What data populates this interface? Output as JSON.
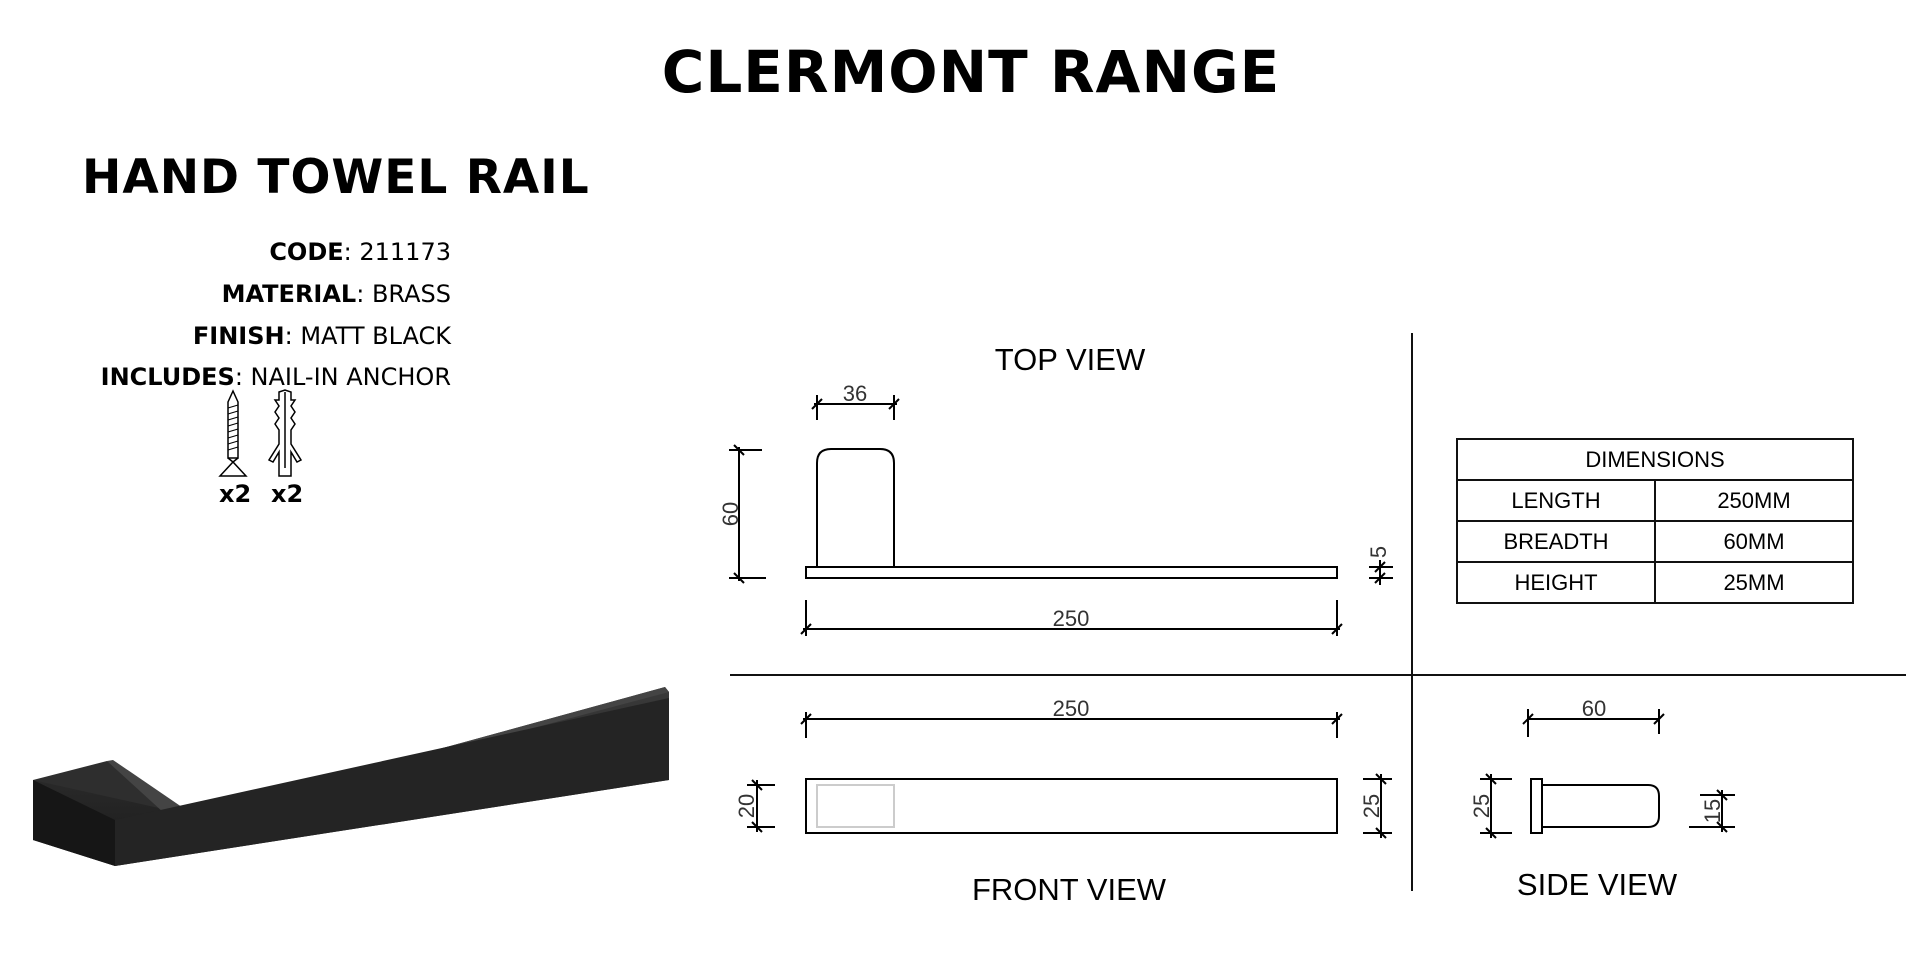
{
  "header": {
    "title": "CLERMONT RANGE"
  },
  "product": {
    "name": "HAND TOWEL RAIL",
    "specs": [
      {
        "key": "CODE",
        "value": "211173"
      },
      {
        "key": "MATERIAL",
        "value": "BRASS"
      },
      {
        "key": "FINISH",
        "value": "MATT BLACK"
      },
      {
        "key": "INCLUDES",
        "value": "NAIL-IN ANCHOR"
      }
    ],
    "fasteners": [
      {
        "icon": "screw-icon",
        "qty": "x2"
      },
      {
        "icon": "wall-anchor-icon",
        "qty": "x2"
      }
    ],
    "photo": {
      "icon": "towel-rail-photo",
      "color": "#1e1e1e"
    }
  },
  "views": {
    "top": {
      "label": "TOP VIEW",
      "dims": {
        "post_width": "36",
        "breadth": "60",
        "length": "250",
        "thickness": "5"
      }
    },
    "front": {
      "label": "FRONT VIEW",
      "dims": {
        "length": "250",
        "mount_height": "20",
        "height": "25"
      }
    },
    "side": {
      "label": "SIDE VIEW",
      "dims": {
        "breadth": "60",
        "height": "25",
        "bar_height": "15"
      }
    }
  },
  "dimensions_table": {
    "title": "DIMENSIONS",
    "rows": [
      {
        "label": "LENGTH",
        "value": "250MM"
      },
      {
        "label": "BREADTH",
        "value": "60MM"
      },
      {
        "label": "HEIGHT",
        "value": "25MM"
      }
    ]
  }
}
